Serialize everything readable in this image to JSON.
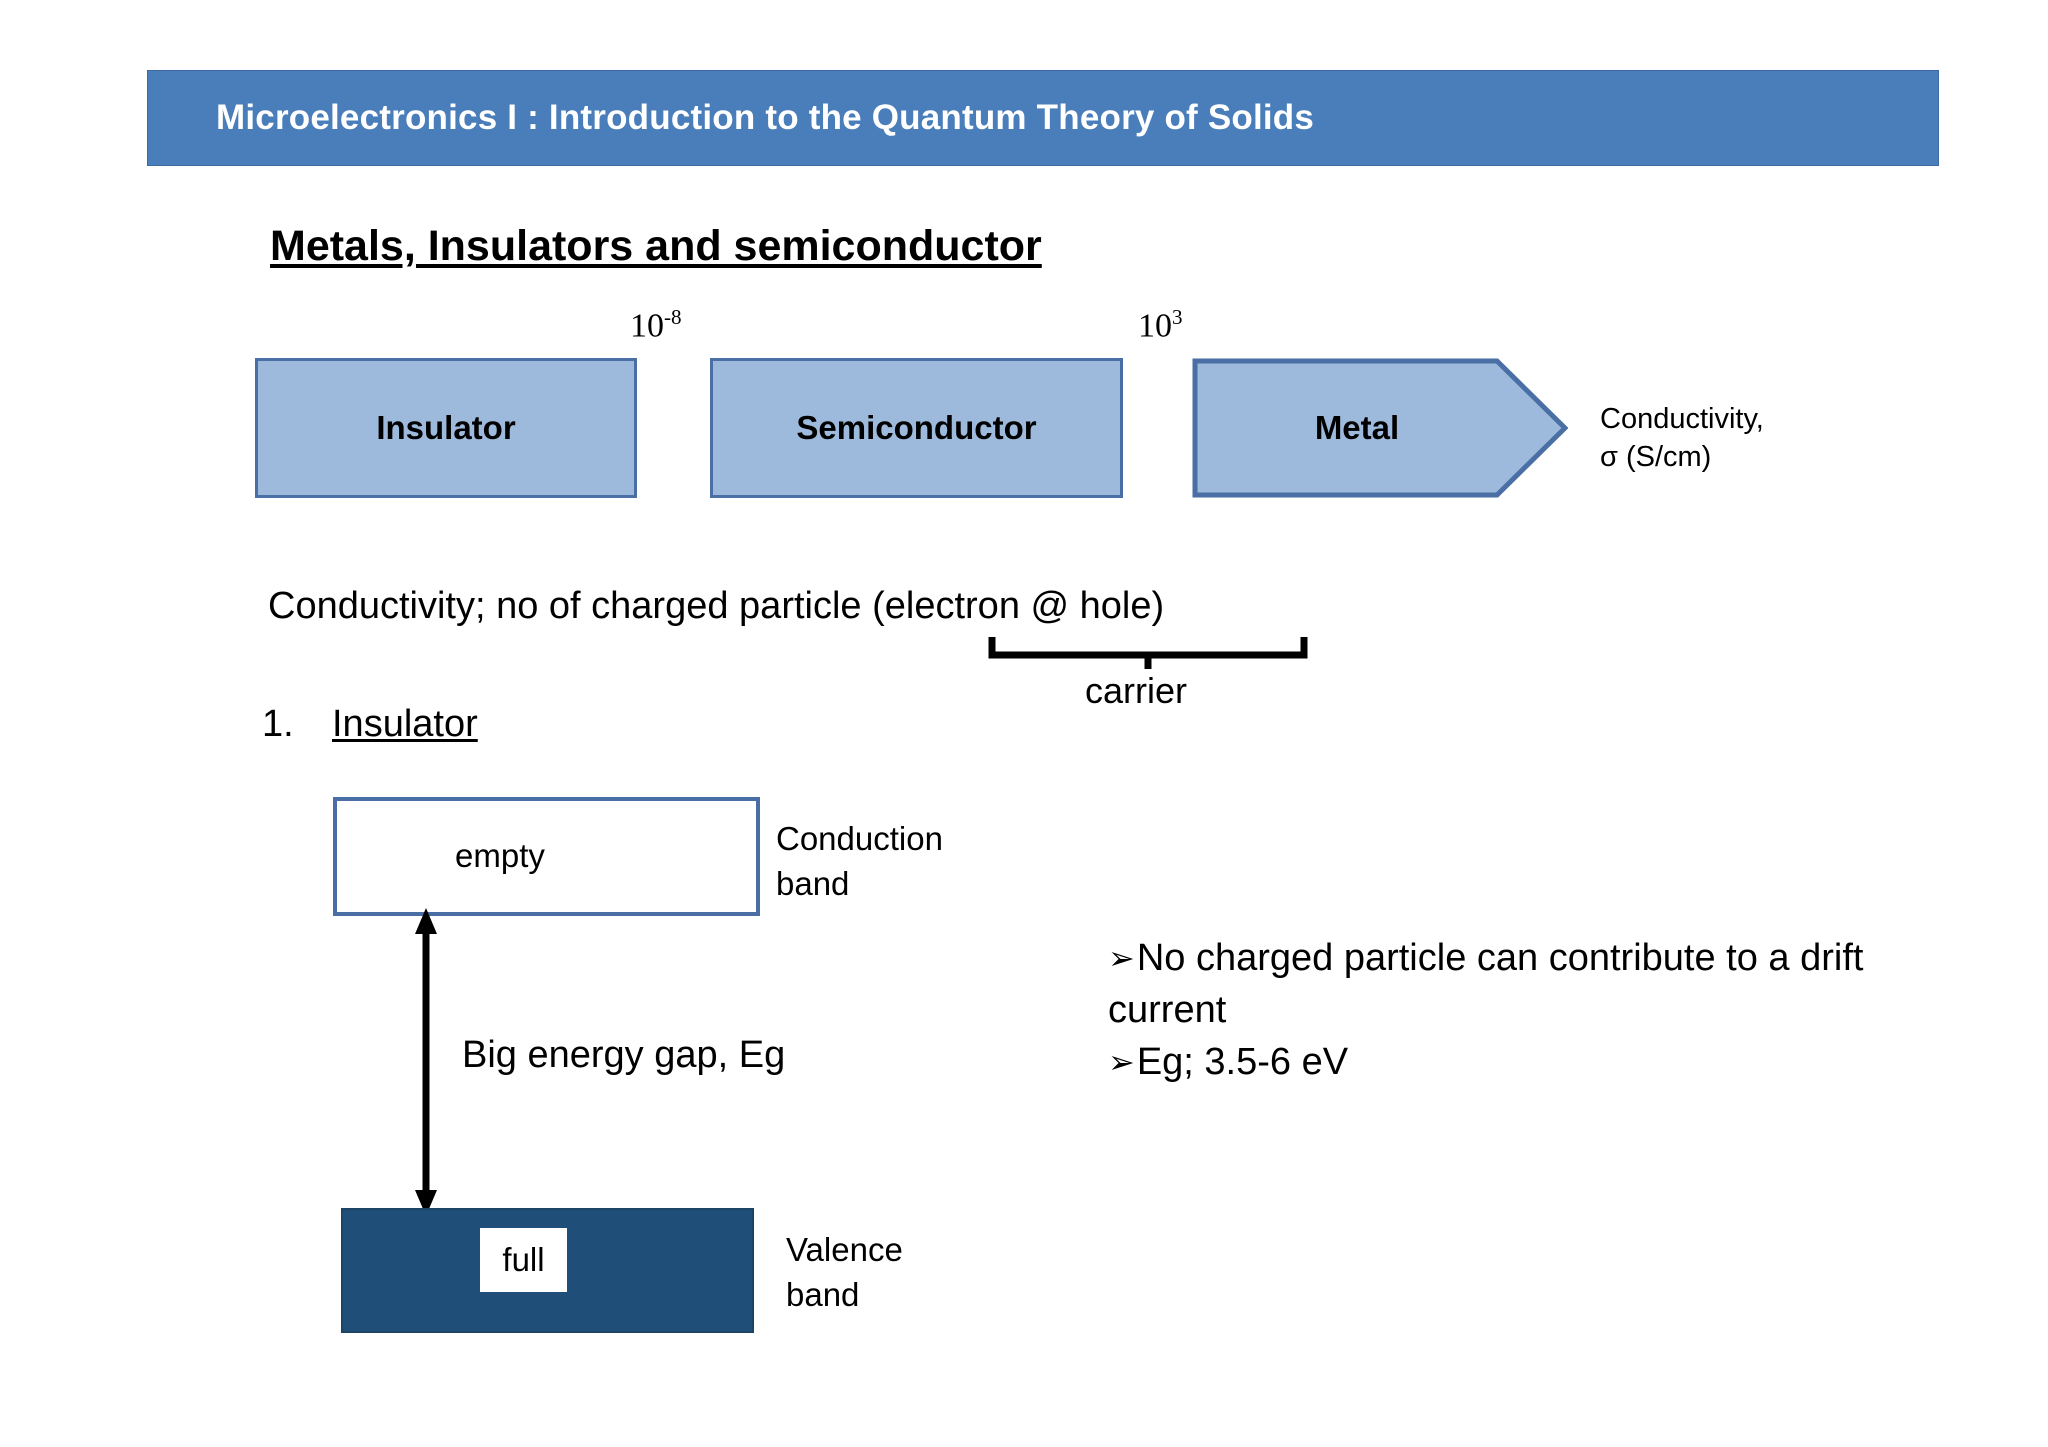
{
  "slide": {
    "title": "Microelectronics I : Introduction to the Quantum Theory of Solids",
    "heading": "Metals, Insulators and semiconductor"
  },
  "colors": {
    "title_bar": "#4A7EBB",
    "box_fill": "#9DB9DC",
    "box_border": "#4A6FA5",
    "valence_fill": "#1F4E79",
    "conduction_fill": "#FFFFFF",
    "text": "#000000"
  },
  "conductivity_scale": {
    "left_exponent_base": "10",
    "left_exponent_sup": "-8",
    "right_exponent_base": "10",
    "right_exponent_sup": "3",
    "boxes": [
      {
        "label": "Insulator",
        "shape": "rectangle"
      },
      {
        "label": "Semiconductor",
        "shape": "rectangle"
      },
      {
        "label": "Metal",
        "shape": "pentagon-arrow"
      }
    ],
    "axis_label_line1": "Conductivity,",
    "axis_label_line2": "σ (S/cm)"
  },
  "notes": {
    "conductivity_note": "Conductivity; no of charged particle (electron @ hole)",
    "carrier_label": "carrier"
  },
  "list": {
    "number": "1.",
    "item": "Insulator"
  },
  "band_diagram": {
    "conduction_box_text": "empty",
    "conduction_label_line1": "Conduction",
    "conduction_label_line2": "band",
    "valence_box_text": "full",
    "valence_label_line1": "Valence",
    "valence_label_line2": "band",
    "gap_label": "Big energy gap, Eg"
  },
  "bullets": {
    "marker": "➢",
    "items": [
      "No charged particle can contribute to a drift current",
      "Eg; 3.5-6 eV"
    ]
  }
}
